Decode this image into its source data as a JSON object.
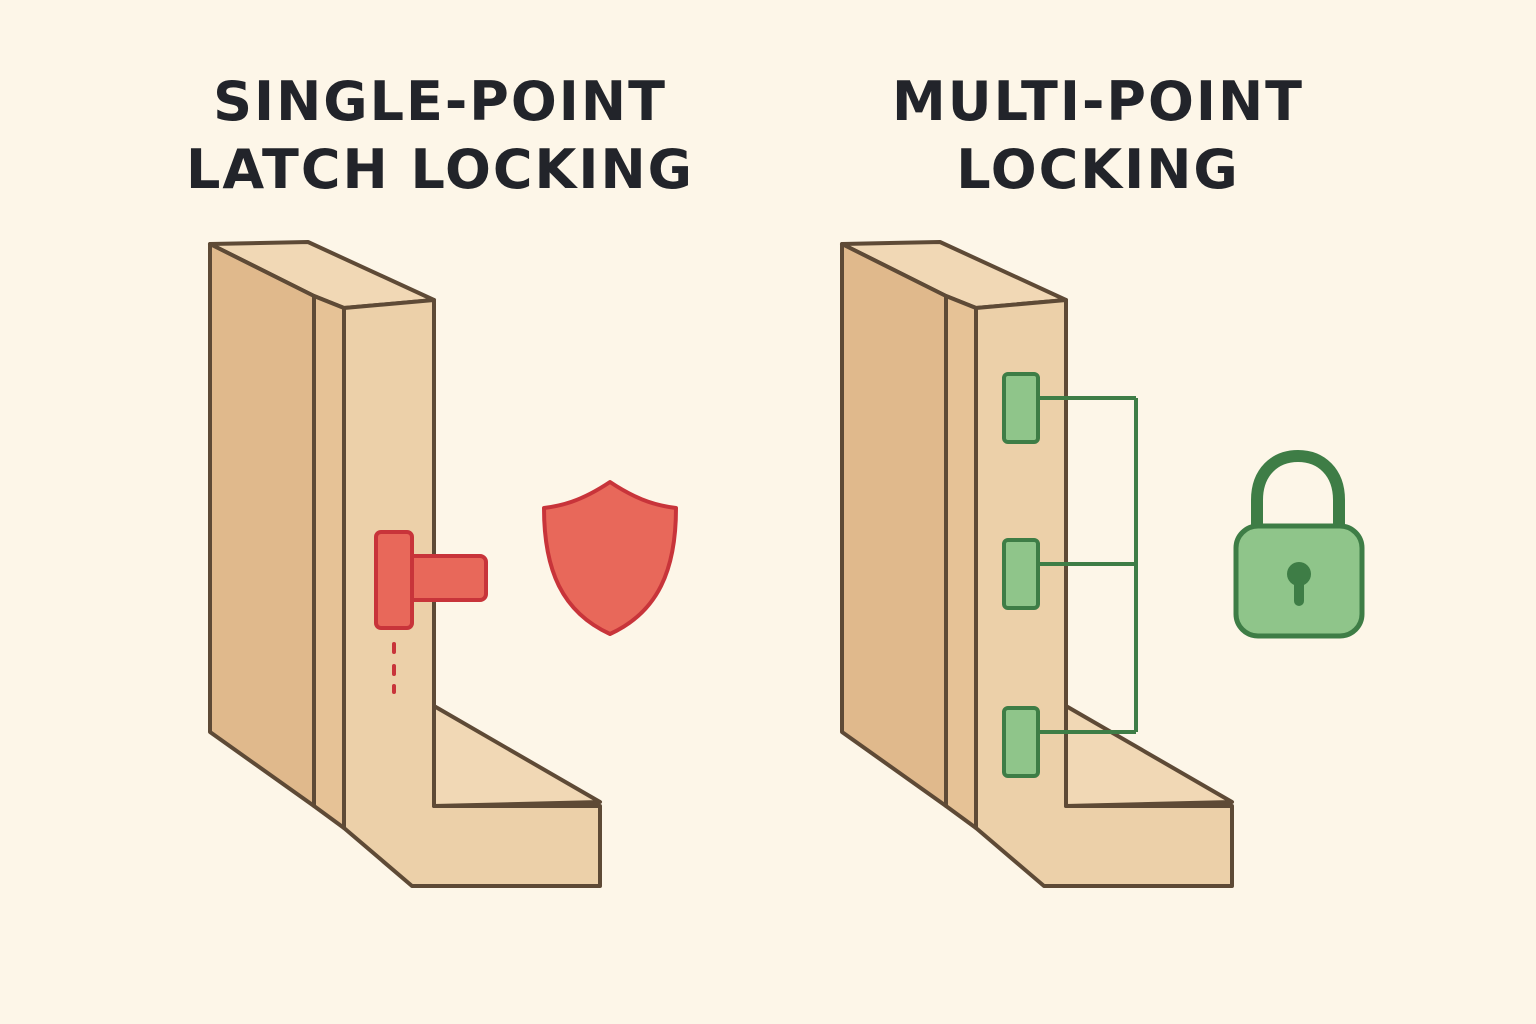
{
  "panels": {
    "left": {
      "title_line1": "SINGLE-POINT",
      "title_line2": "LATCH LOCKING",
      "lock_points": 1,
      "status_icon": "shield-icon"
    },
    "right": {
      "title_line1": "MULTI-POINT",
      "title_line2": "LOCKING",
      "lock_points": 3,
      "status_icon": "padlock-icon"
    }
  },
  "colors": {
    "background": "#fdf6e8",
    "wood_face": "#e9c9a0",
    "wood_side": "#e0b98c",
    "wood_top": "#f1d8b5",
    "outline": "#5e4a36",
    "single_point_red": "#e8685a",
    "single_point_red_stroke": "#c8343a",
    "multi_point_green": "#8fc58a",
    "multi_point_green_stroke": "#3e7d46"
  }
}
